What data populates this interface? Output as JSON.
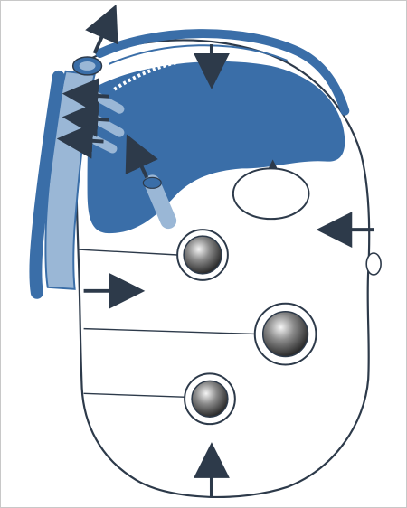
{
  "figure": {
    "colors": {
      "fill_dark": "#3a6ea8",
      "fill_light": "#9ab7d6",
      "outline": "#2d3a4a",
      "arrow": "#2d3a4a",
      "follicle_outer": "#ffffff",
      "follicle_inner": "#5c5c5c"
    },
    "icons": [
      "outer-band",
      "outer-tube",
      "inner-blue-mass",
      "small-side-tubes",
      "arrows",
      "round-cells",
      "oval-cell"
    ]
  }
}
